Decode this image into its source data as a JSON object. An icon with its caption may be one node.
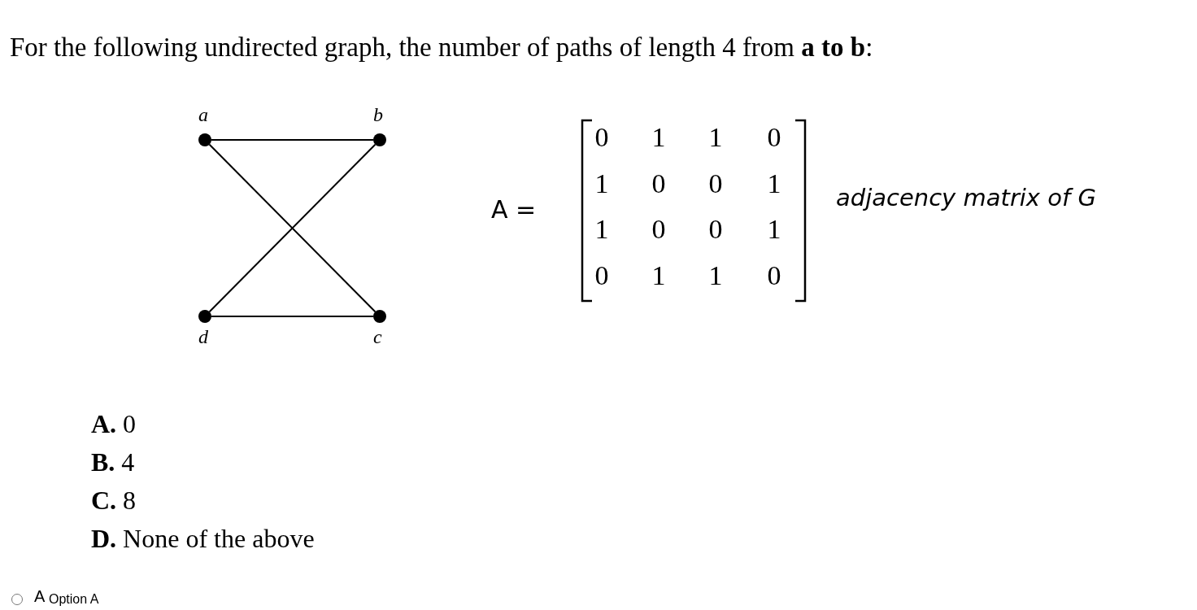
{
  "diagram": {
    "title": "For the following undirected graph, the number of paths of length 4 from **a to b**:",
    "nodes": [
      {
        "text": [],
        "shape": "circle",
        "beside": [
          "a"
        ]
      },
      {
        "text": [],
        "shape": "circle",
        "beside": [
          "b"
        ]
      },
      {
        "text": [],
        "shape": "circle",
        "beside": [
          "d"
        ]
      },
      {
        "text": [],
        "shape": "circle",
        "beside": [
          "c"
        ]
      }
    ],
    "edges": [
      {
        "from": 0,
        "to": 1,
        "arrow": "none"
      },
      {
        "from": 0,
        "to": 3,
        "arrow": "none"
      },
      {
        "from": 1,
        "to": 2,
        "arrow": "none"
      },
      {
        "from": 2,
        "to": 3,
        "arrow": "none"
      }
    ],
    "labels": [
      "A =",
      "0",
      "1",
      "1",
      "0",
      "1",
      "0",
      "0",
      "1",
      "1",
      "0",
      "0",
      "1",
      "0",
      "1",
      "1",
      "0",
      "adjacency matrix of G",
      "**A.** 0",
      "**B.** 4",
      "**C.** 8",
      "**D.** None of the above",
      "A",
      "Option A"
    ]
  }
}
